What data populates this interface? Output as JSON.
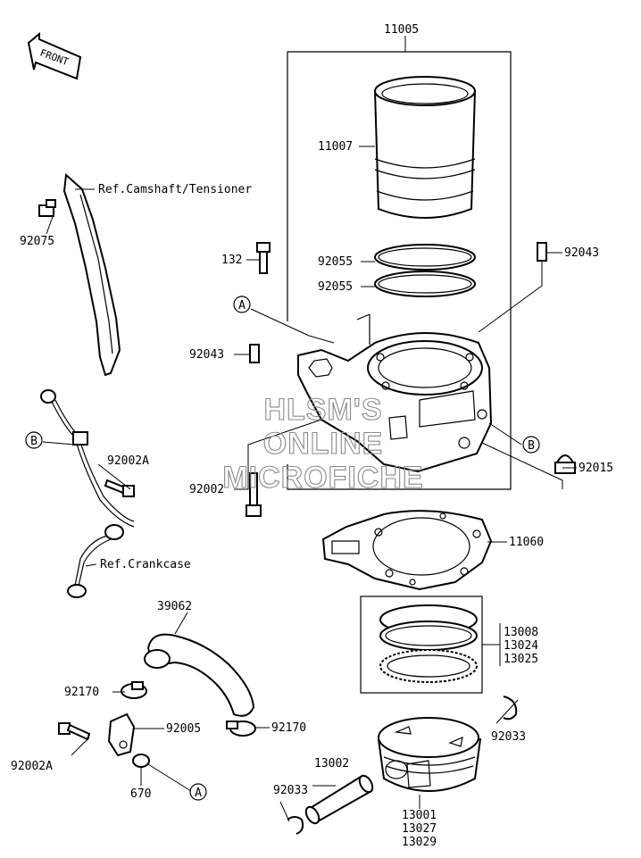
{
  "watermark": {
    "line1": "HLSM'S",
    "line2": "ONLINE",
    "line3": "MICROFICHE"
  },
  "front_arrow_label": "FRONT",
  "callouts": {
    "A": "A",
    "B": "B"
  },
  "parts": {
    "p11005": "11005",
    "p11007": "11007",
    "p132": "132",
    "p92055_top": "92055",
    "p92055_bottom": "92055",
    "p92043_right": "92043",
    "p92043_left": "92043",
    "p92015": "92015",
    "p92002": "92002",
    "p92002A_top": "92002A",
    "p92002A_bottom": "92002A",
    "p92075": "92075",
    "p11060": "11060",
    "p39062": "39062",
    "p92170_left": "92170",
    "p92170_right": "92170",
    "p92005": "92005",
    "p670": "670",
    "p13008": "13008",
    "p13024": "13024",
    "p13025": "13025",
    "p92033_right": "92033",
    "p92033_left": "92033",
    "p13002": "13002",
    "p13001": "13001",
    "p13027": "13027",
    "p13029": "13029"
  },
  "refs": {
    "camshaft": "Ref.Camshaft/Tensioner",
    "crankcase": "Ref.Crankcase"
  }
}
